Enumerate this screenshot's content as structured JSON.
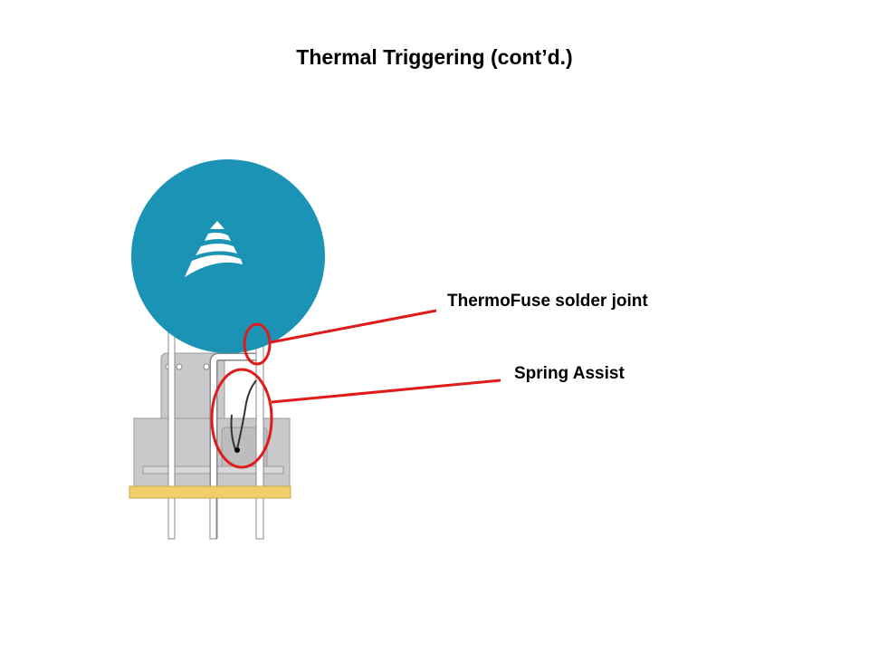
{
  "slide": {
    "title": "Thermal Triggering (cont’d.)"
  },
  "callouts": [
    {
      "label": "ThermoFuse solder joint"
    },
    {
      "label": "Spring Assist"
    }
  ],
  "colors": {
    "disc": "#1a93b5",
    "body": "#c9c9cb",
    "base_strip": "#f0cf6a",
    "callout": "#e01b1b"
  }
}
